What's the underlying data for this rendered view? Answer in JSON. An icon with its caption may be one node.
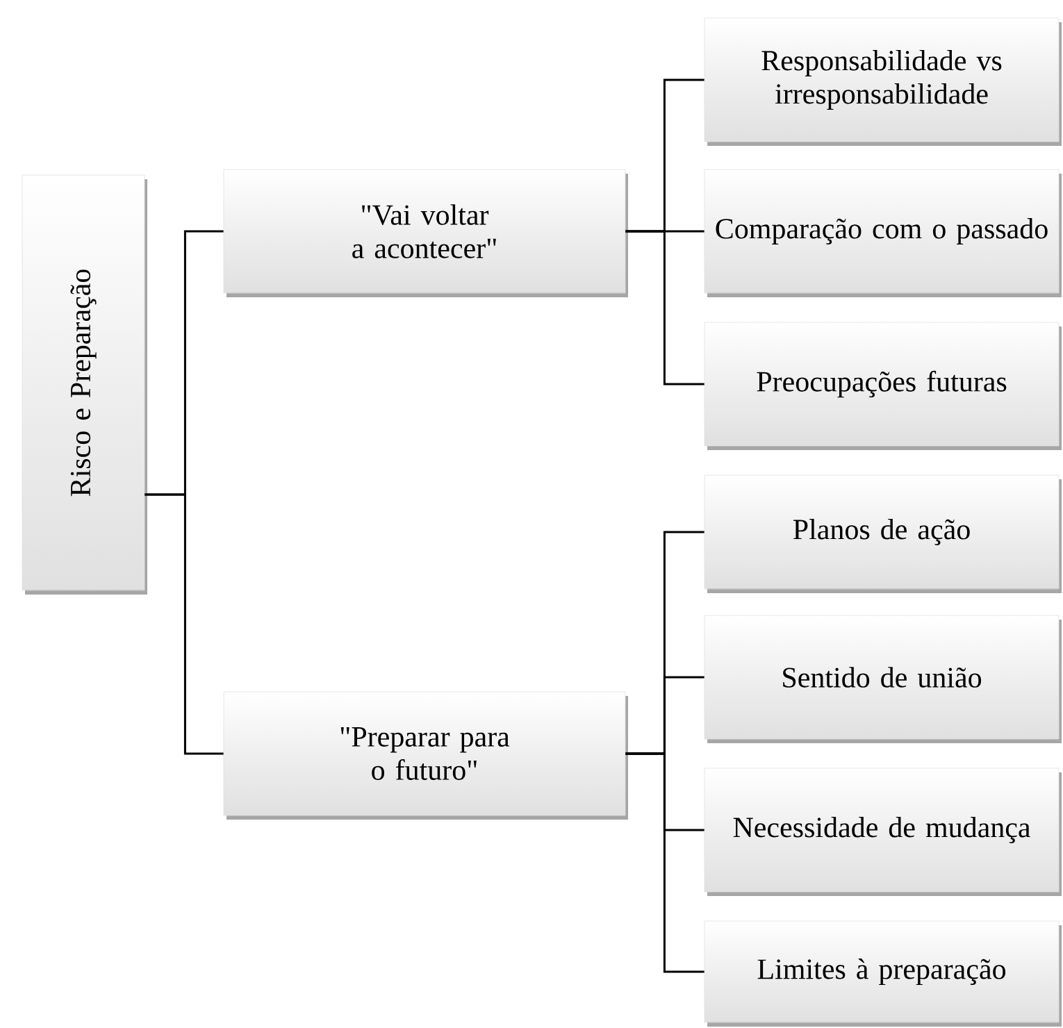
{
  "diagram": {
    "nodes": [
      {
        "text": [
          "Risco e Preparação"
        ]
      },
      {
        "text": [
          "\"Vai voltar a acontecer\""
        ]
      },
      {
        "text": [
          "\"Preparar para o futuro\""
        ]
      },
      {
        "text": [
          "Responsabilidade vs irresponsabilidade"
        ]
      },
      {
        "text": [
          "Comparação com o passado"
        ]
      },
      {
        "text": [
          "Preocupações futuras"
        ]
      },
      {
        "text": [
          "Planos de ação"
        ]
      },
      {
        "text": [
          "Sentido de união"
        ]
      },
      {
        "text": [
          "Necessidade de mudança"
        ]
      },
      {
        "text": [
          "Limites à preparação"
        ]
      }
    ],
    "edges": [
      {
        "from": 0,
        "to": 1,
        "arrow": "none"
      },
      {
        "from": 0,
        "to": 2,
        "arrow": "none"
      },
      {
        "from": 1,
        "to": 3,
        "arrow": "none"
      },
      {
        "from": 1,
        "to": 4,
        "arrow": "none"
      },
      {
        "from": 1,
        "to": 5,
        "arrow": "none"
      },
      {
        "from": 2,
        "to": 6,
        "arrow": "none"
      },
      {
        "from": 2,
        "to": 7,
        "arrow": "none"
      },
      {
        "from": 2,
        "to": 8,
        "arrow": "none"
      },
      {
        "from": 2,
        "to": 9,
        "arrow": "none"
      }
    ]
  }
}
